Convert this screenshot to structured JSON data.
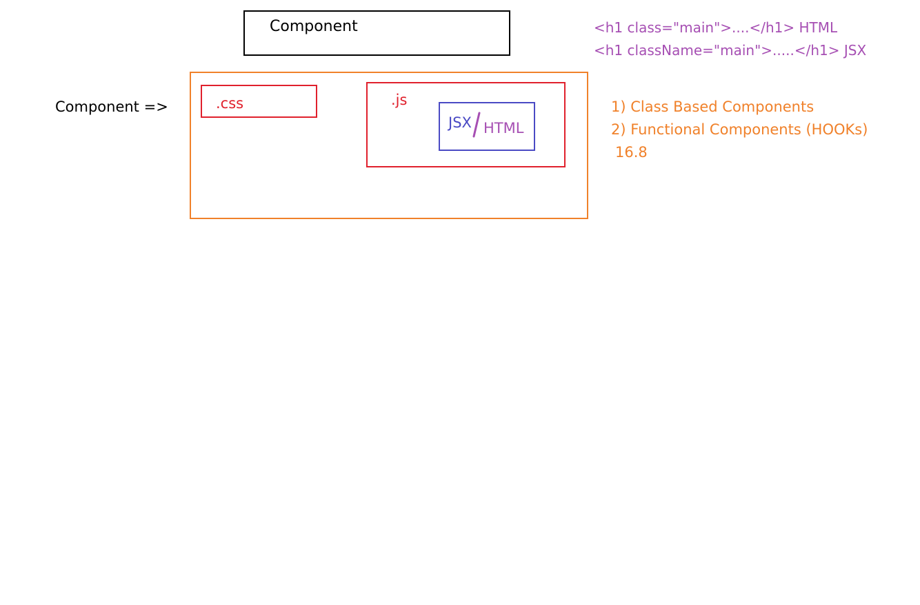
{
  "diagram": {
    "title": "Component",
    "left_label": "Component =>",
    "files": {
      "css": ".css",
      "js": ".js",
      "jsx": "JSX",
      "html": "HTML"
    },
    "code_notes": [
      "<h1 class=\"main\">....</h1> HTML",
      "<h1 className=\"main\">.....</h1> JSX"
    ],
    "component_types": [
      "1) Class Based Components",
      "2) Functional Components (HOOKs)",
      "16.8"
    ]
  },
  "colors": {
    "black": "#000000",
    "orange": "#f0812a",
    "red": "#e0202c",
    "blue": "#4a4ac4",
    "purple": "#a64fb3"
  }
}
